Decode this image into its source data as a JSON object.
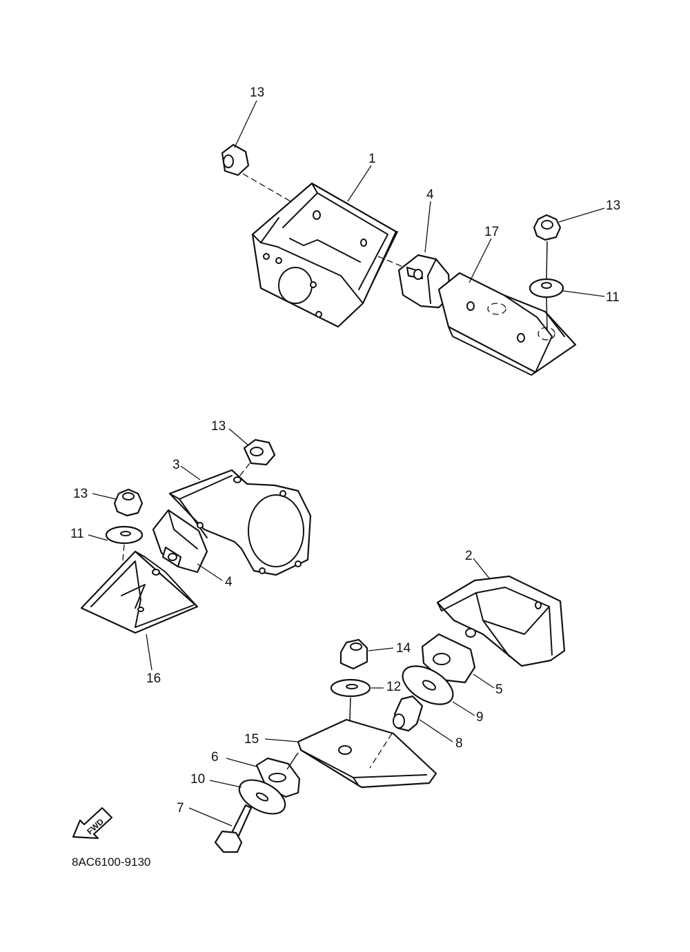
{
  "diagram": {
    "callouts": [
      {
        "id": "c13a",
        "text": "13"
      },
      {
        "id": "c1",
        "text": "1"
      },
      {
        "id": "c4a",
        "text": "4"
      },
      {
        "id": "c17",
        "text": "17"
      },
      {
        "id": "c13b",
        "text": "13"
      },
      {
        "id": "c11a",
        "text": "11"
      },
      {
        "id": "c13c",
        "text": "13"
      },
      {
        "id": "c3",
        "text": "3"
      },
      {
        "id": "c13d",
        "text": "13"
      },
      {
        "id": "c11b",
        "text": "11"
      },
      {
        "id": "c4b",
        "text": "4"
      },
      {
        "id": "c16",
        "text": "16"
      },
      {
        "id": "c2",
        "text": "2"
      },
      {
        "id": "c14",
        "text": "14"
      },
      {
        "id": "c12",
        "text": "12"
      },
      {
        "id": "c5",
        "text": "5"
      },
      {
        "id": "c9",
        "text": "9"
      },
      {
        "id": "c15",
        "text": "15"
      },
      {
        "id": "c8",
        "text": "8"
      },
      {
        "id": "c6",
        "text": "6"
      },
      {
        "id": "c10",
        "text": "10"
      },
      {
        "id": "c7",
        "text": "7"
      }
    ],
    "fwd_label": "FWD",
    "part_code": "8AC6100-9130"
  }
}
